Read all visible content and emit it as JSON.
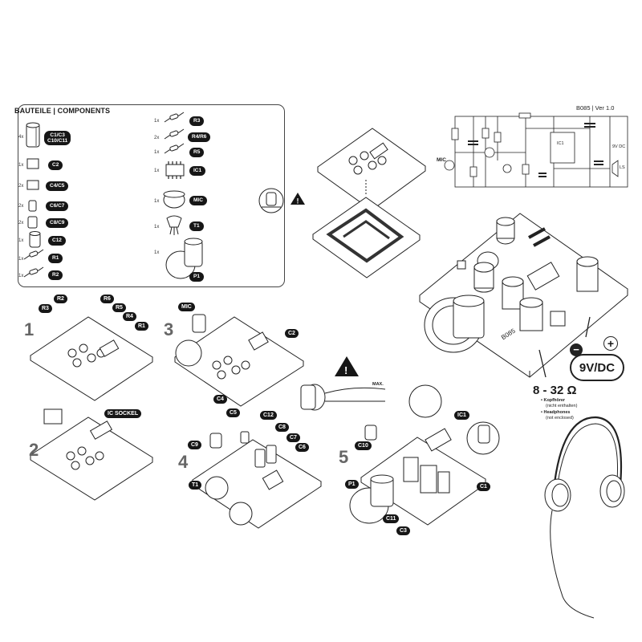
{
  "components": {
    "title": "BAUTEILE | COMPONENTS",
    "left": [
      {
        "qty": "4x",
        "labels": [
          "C1/C3",
          "C10/C11"
        ]
      },
      {
        "qty": "1x",
        "labels": [
          "C2"
        ]
      },
      {
        "qty": "2x",
        "labels": [
          "C4/C5"
        ]
      },
      {
        "qty": "2x",
        "labels": [
          "C6/C7"
        ]
      },
      {
        "qty": "2x",
        "labels": [
          "C8/C9"
        ]
      },
      {
        "qty": "1x",
        "labels": [
          "C12"
        ]
      },
      {
        "qty": "1x",
        "labels": [
          "R1"
        ]
      },
      {
        "qty": "1x",
        "labels": [
          "R2"
        ]
      }
    ],
    "right": [
      {
        "qty": "1x",
        "labels": [
          "R3"
        ]
      },
      {
        "qty": "2x",
        "labels": [
          "R4/R6"
        ]
      },
      {
        "qty": "1x",
        "labels": [
          "R5"
        ]
      },
      {
        "qty": "1x",
        "labels": [
          "IC1"
        ]
      },
      {
        "qty": "1x",
        "labels": [
          "MIC"
        ]
      },
      {
        "qty": "1x",
        "labels": [
          "T1"
        ]
      },
      {
        "qty": "1x",
        "labels": [
          "P1"
        ]
      }
    ]
  },
  "schematic": {
    "version": "B085 | Ver 1.0",
    "labels": {
      "mic": "MIC",
      "ic": "IC1",
      "supply": "9V DC",
      "speaker": "LS"
    }
  },
  "power": {
    "label": "9V/DC",
    "minus": "−",
    "plus": "+"
  },
  "impedance": {
    "value": "8 - 32 Ω",
    "de_line1": "Kopfhörer",
    "de_line2": "(nicht enthalten)",
    "en_line1": "Headphones",
    "en_line2": "(not enclosed)"
  },
  "volume": {
    "max": "MAX."
  },
  "board_label": "B085",
  "steps": {
    "s1": {
      "num": "1",
      "callouts": [
        "R3",
        "R2",
        "R6",
        "R5",
        "R4",
        "R1"
      ]
    },
    "s2": {
      "num": "2",
      "callouts": [
        "IC SOCKEL"
      ]
    },
    "s3": {
      "num": "3",
      "callouts": [
        "MIC",
        "C2",
        "C4",
        "C5"
      ]
    },
    "s4": {
      "num": "4",
      "callouts": [
        "C12",
        "C8",
        "C7",
        "C6",
        "C9",
        "T1"
      ]
    },
    "s5": {
      "num": "5",
      "callouts": [
        "C10",
        "IC1",
        "P1",
        "C1",
        "C11",
        "C3"
      ]
    }
  }
}
